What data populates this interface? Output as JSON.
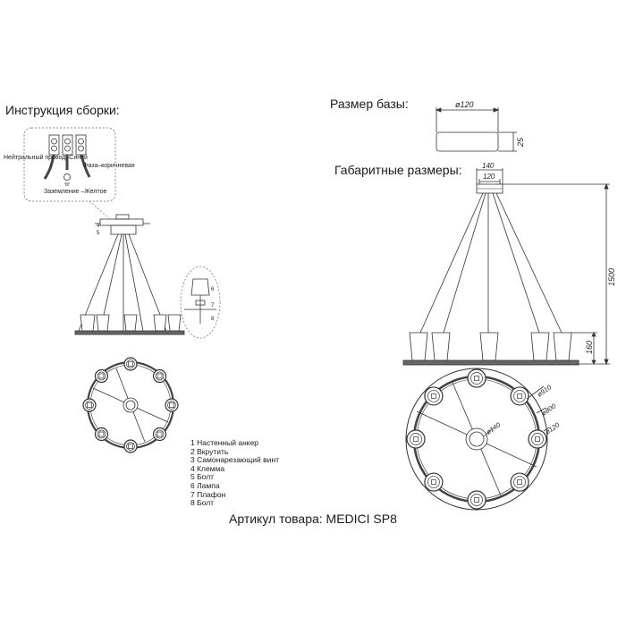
{
  "headings": {
    "assembly": "Инструкция сборки:",
    "base_size": "Размер базы:",
    "overall_size": "Габаритные размеры:"
  },
  "wiring": {
    "neutral": "Нейтральный провод–Синий",
    "phase": "Фаза–коричневая",
    "ground": "Заземление –Желтое"
  },
  "dimensions": {
    "base_diameter": "ø120",
    "base_height": "25",
    "canopy_top": "140",
    "canopy_inner": "120",
    "overall_height": "1500",
    "shade_height": "160",
    "outer_diameter": "ø910",
    "ring_diameter": "ø800",
    "shade_diameter": "ø120",
    "hub_diameter": "ø140"
  },
  "callout_numbers": [
    "4",
    "5",
    "6",
    "7",
    "8"
  ],
  "parts_list": [
    "1 Настенный анкер",
    "2 Вкрутить",
    "3 Самонарезающий винт",
    "4 Клемма",
    "5 Болт",
    "6 Лампа",
    "7 Плафон",
    "8 Болт"
  ],
  "article": "Артикул товара: MEDICI SP8"
}
